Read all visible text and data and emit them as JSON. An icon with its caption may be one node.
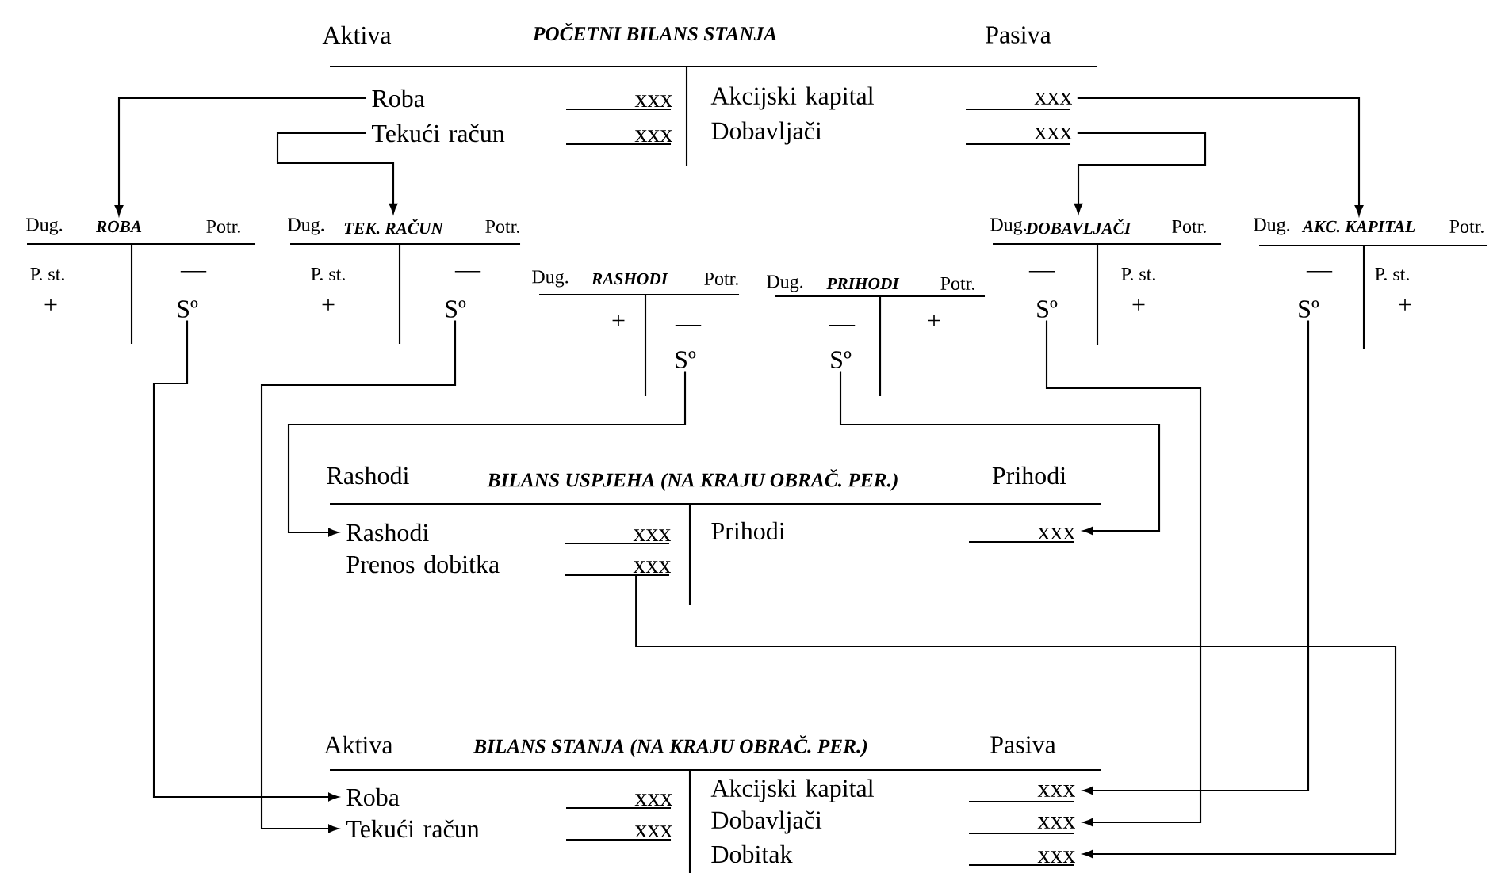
{
  "diagram": {
    "nodes": [
      {
        "text": [
          "Aktiva",
          "POČETNI BILANS STANJA",
          "Pasiva"
        ]
      },
      {
        "text": [
          "Roba",
          "xxx"
        ],
        "in": 0
      },
      {
        "text": [
          "Tekući račun",
          "xxx"
        ],
        "in": 0
      },
      {
        "text": [
          "Akcijski kapital",
          "xxx"
        ],
        "in": 0
      },
      {
        "text": [
          "Dobavljači",
          "xxx"
        ],
        "in": 0
      },
      {
        "text": [
          "Dug.",
          "ROBA",
          "Potr.",
          "P. st.",
          "+",
          "—"
        ]
      },
      {
        "text": [
          "Sº"
        ],
        "in": 5
      },
      {
        "text": [
          "Dug.",
          "TEK. RAČUN",
          "Potr.",
          "P. st.",
          "+",
          "—"
        ]
      },
      {
        "text": [
          "Sº"
        ],
        "in": 7
      },
      {
        "text": [
          "Dug.",
          "RASHODI",
          "Potr.",
          "+",
          "—"
        ]
      },
      {
        "text": [
          "Sº"
        ],
        "in": 9
      },
      {
        "text": [
          "Dug.",
          "PRIHODI",
          "Potr.",
          "—",
          "+"
        ]
      },
      {
        "text": [
          "Sº"
        ],
        "in": 11
      },
      {
        "text": [
          "Dug.",
          "DOBAVLJAČI",
          "Potr.",
          "—",
          "P. st.",
          "+"
        ]
      },
      {
        "text": [
          "Sº"
        ],
        "in": 13
      },
      {
        "text": [
          "Dug.",
          "AKC. KAPITAL",
          "Potr.",
          "—",
          "P. st.",
          "+"
        ]
      },
      {
        "text": [
          "Sº"
        ],
        "in": 15
      },
      {
        "text": [
          "Rashodi",
          "BILANS USPJEHA (NA KRAJU OBRAČ. PER.)",
          "Prihodi"
        ]
      },
      {
        "text": [
          "Rashodi",
          "xxx"
        ],
        "in": 17
      },
      {
        "text": [
          "Prenos dobitka",
          "xxx"
        ],
        "in": 17
      },
      {
        "text": [
          "Prihodi",
          "xxx"
        ],
        "in": 17
      },
      {
        "text": [
          "Aktiva",
          "BILANS STANJA (NA KRAJU OBRAČ. PER.)",
          "Pasiva"
        ]
      },
      {
        "text": [
          "Roba",
          "xxx"
        ],
        "in": 21
      },
      {
        "text": [
          "Tekući račun",
          "xxx"
        ],
        "in": 21
      },
      {
        "text": [
          "Akcijski kapital",
          "xxx"
        ],
        "in": 21
      },
      {
        "text": [
          "Dobavljači",
          "xxx"
        ],
        "in": 21
      },
      {
        "text": [
          "Dobitak",
          "xxx"
        ],
        "in": 21
      }
    ],
    "edges": [
      {
        "from": 1,
        "to": 5,
        "arrow": "to"
      },
      {
        "from": 2,
        "to": 7,
        "arrow": "to"
      },
      {
        "from": 3,
        "to": 15,
        "arrow": "to"
      },
      {
        "from": 4,
        "to": 13,
        "arrow": "to"
      },
      {
        "from": 6,
        "to": 22,
        "arrow": "to"
      },
      {
        "from": 8,
        "to": 23,
        "arrow": "to"
      },
      {
        "from": 10,
        "to": 18,
        "arrow": "to"
      },
      {
        "from": 12,
        "to": 20,
        "arrow": "to"
      },
      {
        "from": 14,
        "to": 25,
        "arrow": "to"
      },
      {
        "from": 16,
        "to": 24,
        "arrow": "to"
      },
      {
        "from": 19,
        "to": 26,
        "arrow": "to"
      }
    ]
  }
}
